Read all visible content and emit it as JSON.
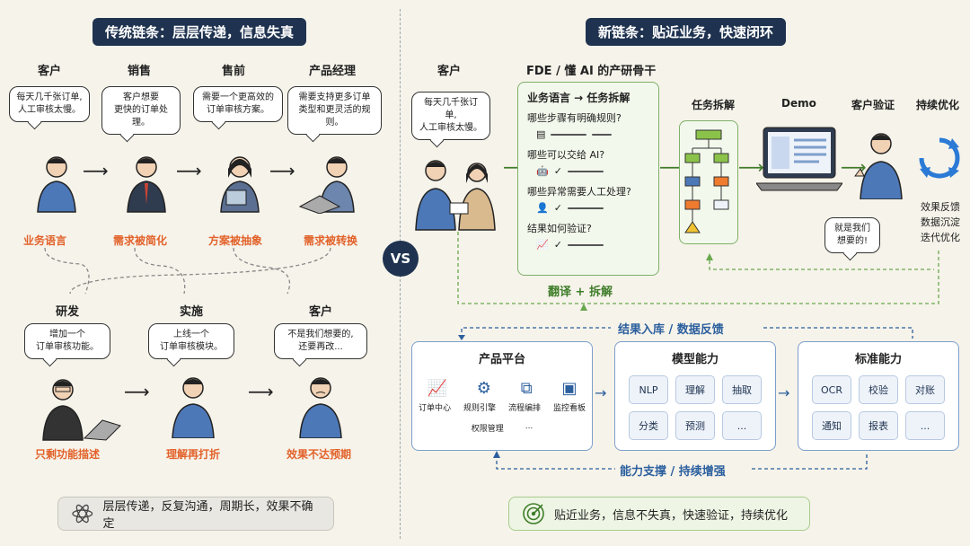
{
  "left": {
    "title": "传统链条：层层传递，信息失真",
    "top_roles": [
      {
        "role": "客户",
        "quote": "每天几千张订单,\n人工审核太慢。",
        "effect": "业务语言"
      },
      {
        "role": "销售",
        "quote": "客户想要\n更快的订单处理。",
        "effect": "需求被简化"
      },
      {
        "role": "售前",
        "quote": "需要一个更高效的\n订单审核方案。",
        "effect": "方案被抽象"
      },
      {
        "role": "产品经理",
        "quote": "需要支持更多订单\n类型和更灵活的规则。",
        "effect": "需求被转换"
      }
    ],
    "bottom_roles": [
      {
        "role": "研发",
        "quote": "增加一个\n订单审核功能。",
        "effect": "只剩功能描述"
      },
      {
        "role": "实施",
        "quote": "上线一个\n订单审核模块。",
        "effect": "理解再打折"
      },
      {
        "role": "客户",
        "quote": "不是我们想要的,\n还要再改...",
        "effect": "效果不达预期"
      }
    ],
    "summary": "层层传递，反复沟通，周期长，效果不确定"
  },
  "vs_label": "VS",
  "right": {
    "title": "新链条：贴近业务，快速闭环",
    "customer_role": "客户",
    "customer_quote": "每天几千张订单,\n人工审核太慢。",
    "fde_title": "FDE / 懂 AI 的产研骨干",
    "fde_box_title": "业务语言 → 任务拆解",
    "fde_questions": [
      "哪些步骤有明确规则?",
      "哪些可以交给 AI?",
      "哪些异常需要人工处理?",
      "结果如何验证?"
    ],
    "fde_footer": "翻译 + 拆解",
    "steps": [
      "任务拆解",
      "Demo",
      "客户验证",
      "持续优化"
    ],
    "verify_quote": "就是我们\n想要的!",
    "optimize_notes": [
      "效果反馈",
      "数据沉淀",
      "迭代优化"
    ],
    "feedback_label": "结果入库 / 数据反馈",
    "platform": {
      "title": "产品平台",
      "items": [
        "订单中心",
        "规则引擎",
        "流程编排",
        "监控看板"
      ],
      "extra": [
        "权限管理",
        "..."
      ]
    },
    "model": {
      "title": "模型能力",
      "items": [
        "NLP",
        "理解",
        "抽取",
        "分类",
        "预测",
        "..."
      ]
    },
    "standard": {
      "title": "标准能力",
      "items": [
        "OCR",
        "校验",
        "对账",
        "通知",
        "报表",
        "..."
      ]
    },
    "support_label": "能力支撑 / 持续增强",
    "summary": "贴近业务，信息不失真，快速验证，持续优化"
  },
  "colors": {
    "navy": "#1f3350",
    "orange": "#e2622a",
    "green": "#3f7d2a",
    "blue": "#2b5f9e"
  }
}
